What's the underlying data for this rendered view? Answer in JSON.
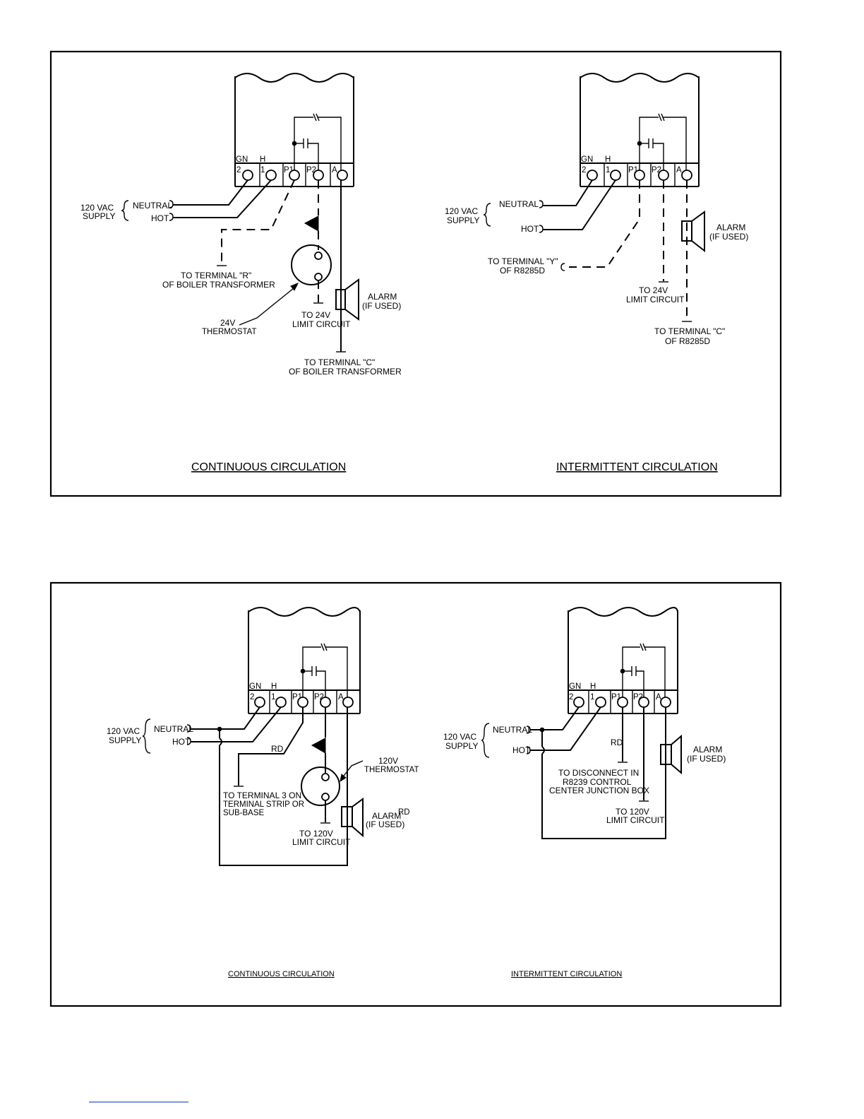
{
  "terminal_labels": {
    "gn": "GN",
    "h": "H",
    "t2": "2",
    "t1": "1",
    "p1": "P1",
    "p2": "P2",
    "a": "A"
  },
  "top_left": {
    "supply_line1": "120 VAC",
    "supply_line2": "SUPPLY",
    "neutral": "NEUTRAL",
    "hot": "HOT",
    "term_r_line1": "TO TERMINAL \"R\"",
    "term_r_line2": "OF BOILER TRANSFORMER",
    "thermostat_line1": "24V",
    "thermostat_line2": "THERMOSTAT",
    "limit_line1": "TO 24V",
    "limit_line2": "LIMIT CIRCUIT",
    "alarm_line1": "ALARM",
    "alarm_line2": "(IF USED)",
    "term_c_line1": "TO TERMINAL \"C\"",
    "term_c_line2": "OF BOILER TRANSFORMER",
    "caption": "CONTINUOUS CIRCULATION"
  },
  "top_right": {
    "supply_line1": "120 VAC",
    "supply_line2": "SUPPLY",
    "neutral": "NEUTRAL",
    "hot": "HOT",
    "term_y_line1": "TO TERMINAL \"Y\"",
    "term_y_line2": "OF R8285D",
    "limit_line1": "TO 24V",
    "limit_line2": "LIMIT CIRCUIT",
    "alarm_line1": "ALARM",
    "alarm_line2": "(IF USED)",
    "term_c_line1": "TO TERMINAL \"C\"",
    "term_c_line2": "OF R8285D",
    "caption": "INTERMITTENT CIRCULATION"
  },
  "bottom_left": {
    "supply_line1": "120 VAC",
    "supply_line2": "SUPPLY",
    "neutral": "NEUTRAL",
    "hot": "HOT",
    "rd": "RD",
    "thermostat_line1": "120V",
    "thermostat_line2": "THERMOSTAT",
    "term3_line1": "TO TERMINAL 3 ON",
    "term3_line2": "TERMINAL STRIP OR",
    "term3_line3": "SUB-BASE",
    "limit_line1": "TO 120V",
    "limit_line2": "LIMIT CIRCUIT",
    "alarm_line1": "ALARM",
    "alarm_rd": "RD",
    "alarm_line2": "(IF USED)",
    "caption": "CONTINUOUS CIRCULATION"
  },
  "bottom_right": {
    "supply_line1": "120 VAC",
    "supply_line2": "SUPPLY",
    "neutral": "NEUTRAL",
    "hot": "HOT",
    "rd": "RD",
    "disconnect_line1": "TO DISCONNECT IN",
    "disconnect_line2": "R8239 CONTROL",
    "disconnect_line3": "CENTER JUNCTION BOX",
    "limit_line1": "TO 120V",
    "limit_line2": "LIMIT CIRCUIT",
    "alarm_line1": "ALARM",
    "alarm_line2": "(IF USED)",
    "caption": "INTERMITTENT CIRCULATION"
  }
}
